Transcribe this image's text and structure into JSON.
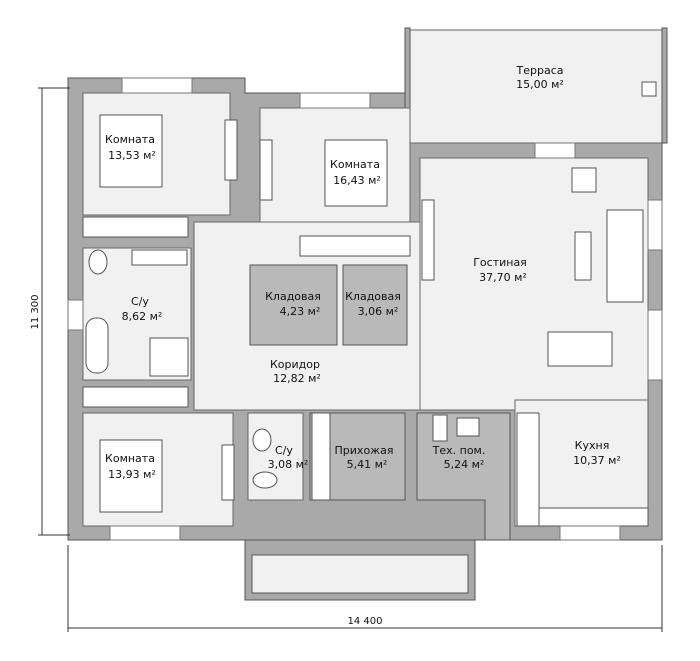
{
  "rooms": {
    "terrace": {
      "name": "Терраса",
      "area": "15,00 м²"
    },
    "bedroom1": {
      "name": "Комната",
      "area": "13,53 м²"
    },
    "bedroom2": {
      "name": "Комната",
      "area": "16,43 м²"
    },
    "living": {
      "name": "Гостиная",
      "area": "37,70 м²"
    },
    "bath1": {
      "name": "С/у",
      "area": "8,62 м²"
    },
    "storage1": {
      "name": "Кладовая",
      "area": "4,23 м²"
    },
    "storage2": {
      "name": "Кладовая",
      "area": "3,06 м²"
    },
    "corridor": {
      "name": "Коридор",
      "area": "12,82 м²"
    },
    "bedroom3": {
      "name": "Комната",
      "area": "13,93 м²"
    },
    "bath2": {
      "name": "С/у",
      "area": "3,08 м²"
    },
    "hall": {
      "name": "Прихожая",
      "area": "5,41 м²"
    },
    "tech": {
      "name": "Тех. пом.",
      "area": "5,24 м²"
    },
    "kitchen": {
      "name": "Кухня",
      "area": "10,37 м²"
    }
  },
  "dimensions": {
    "height": "11 300",
    "width": "14 400"
  }
}
